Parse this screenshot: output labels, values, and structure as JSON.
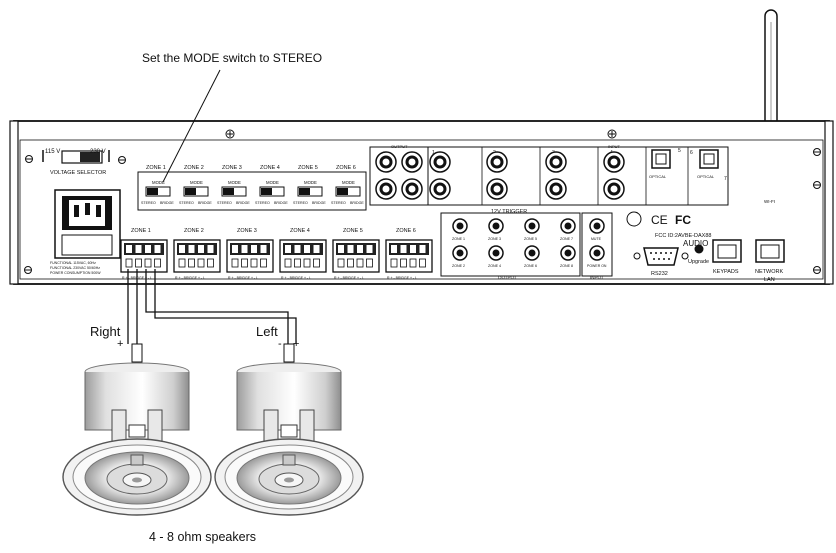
{
  "callout": "Set the MODE switch to STEREO",
  "caption": "4 - 8 ohm speakers",
  "speaker_labels": {
    "right": "Right",
    "left": "Left",
    "plus": "+",
    "minus": "-"
  },
  "voltage": {
    "v115": "115 V",
    "v230": "230 V",
    "label": "VOLTAGE SELECTOR"
  },
  "zones": [
    "ZONE 1",
    "ZONE 2",
    "ZONE 3",
    "ZONE 4",
    "ZONE 5",
    "ZONE 6"
  ],
  "mode_switch": {
    "title": "MODE",
    "left": "STEREO",
    "right": "BRIDGE"
  },
  "terminal_label": "R + -  BRIDGE  + - L",
  "output_top": "OUTPUT",
  "input_top": "INPUT",
  "rca_numbers": [
    "1",
    "2",
    "3",
    "4",
    "5",
    "6",
    "7",
    "8"
  ],
  "optical": "OPTICAL",
  "trigger": {
    "title": "12V TRIGGER",
    "zones_top": [
      "ZONE 1",
      "ZONE 3",
      "ZONE 5",
      "ZONE 7"
    ],
    "zones_bottom": [
      "ZONE 2",
      "ZONE 4",
      "ZONE 6",
      "ZONE 8"
    ],
    "output": "OUTPUT",
    "mute": "MUTE",
    "power_on": "POWER ON",
    "input": "INPUT"
  },
  "ports": {
    "rs232": "RS232",
    "keypads": "KEYPADS",
    "network": "NETWORK",
    "lan": "LAN",
    "upgrade": "Upgrade",
    "wifi": "WI-FI"
  },
  "fcc": "FCC ID:2AVBE-DAX88",
  "ce": "CE",
  "fc": "FC",
  "brand": "AUDIO",
  "power_fine_print": [
    "FUNCTIONAL 115VAC, 60Hz",
    "FUNCTIONAL 230VAC 50/60Hz",
    "POWER CONSUMPTION 500W"
  ]
}
